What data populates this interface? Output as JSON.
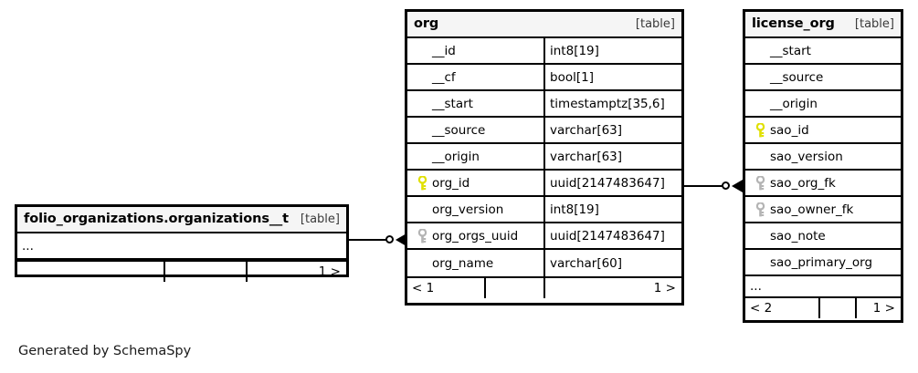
{
  "diagram": {
    "generator_caption": "Generated by SchemaSpy",
    "table_tag": "[table]",
    "ellipsis": "...",
    "colors": {
      "primary_key": "#e8e800",
      "foreign_key": "#b0b0b0",
      "border": "#000000",
      "header_bg": "#f5f5f5",
      "background": "#ffffff"
    }
  },
  "tables": {
    "folio_organizations": {
      "name": "folio_organizations.organizations__t",
      "tag": "[table]",
      "rows": [
        {
          "ellipsis": "..."
        }
      ],
      "footer": {
        "left": "",
        "middle": "",
        "right": "1 >"
      }
    },
    "org": {
      "name": "org",
      "tag": "[table]",
      "columns": [
        {
          "key": "none",
          "name": "__id",
          "type": "int8[19]"
        },
        {
          "key": "none",
          "name": "__cf",
          "type": "bool[1]"
        },
        {
          "key": "none",
          "name": "__start",
          "type": "timestamptz[35,6]"
        },
        {
          "key": "none",
          "name": "__source",
          "type": "varchar[63]"
        },
        {
          "key": "none",
          "name": "__origin",
          "type": "varchar[63]"
        },
        {
          "key": "primary",
          "name": "org_id",
          "type": "uuid[2147483647]"
        },
        {
          "key": "none",
          "name": "org_version",
          "type": "int8[19]"
        },
        {
          "key": "foreign",
          "name": "org_orgs_uuid",
          "type": "uuid[2147483647]"
        },
        {
          "key": "none",
          "name": "org_name",
          "type": "varchar[60]"
        }
      ],
      "footer": {
        "left": "< 1",
        "middle": "",
        "right": "1 >"
      }
    },
    "license_org": {
      "name": "license_org",
      "tag": "[table]",
      "columns": [
        {
          "key": "none",
          "name": "__start"
        },
        {
          "key": "none",
          "name": "__source"
        },
        {
          "key": "none",
          "name": "__origin"
        },
        {
          "key": "primary",
          "name": "sao_id"
        },
        {
          "key": "none",
          "name": "sao_version"
        },
        {
          "key": "foreign",
          "name": "sao_org_fk"
        },
        {
          "key": "foreign",
          "name": "sao_owner_fk"
        },
        {
          "key": "none",
          "name": "sao_note"
        },
        {
          "key": "none",
          "name": "sao_primary_org"
        }
      ],
      "ellipsis_row": "...",
      "footer": {
        "left": "< 2",
        "middle": "",
        "right": "1 >"
      }
    }
  },
  "relationships": [
    {
      "id": "org-to-folio",
      "from_table": "org",
      "to_table": "folio_organizations.organizations__t",
      "from_column": "org_orgs_uuid",
      "cardinality_marker": "zero-or-many"
    },
    {
      "id": "license_org-to-org",
      "from_table": "license_org",
      "to_table": "org",
      "from_column": "sao_org_fk",
      "to_column": "org_id",
      "cardinality_marker": "zero-or-many"
    }
  ]
}
